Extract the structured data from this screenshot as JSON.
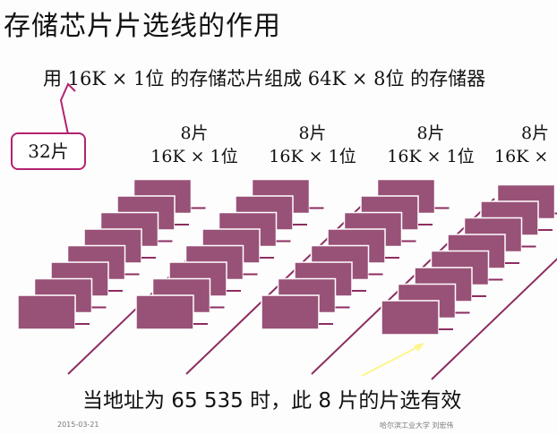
{
  "slide": {
    "title": "存储芯片片选线的作用",
    "subtitle": "用 16K × 1位 的存储芯片组成 64K × 8位 的存储器",
    "callout": "32片",
    "groups": [
      {
        "count": "8片",
        "spec": "16K × 1位"
      },
      {
        "count": "8片",
        "spec": "16K × 1位"
      },
      {
        "count": "8片",
        "spec": "16K × 1位"
      },
      {
        "count": "8片",
        "spec": "16K ×"
      }
    ],
    "bottom_note": "当地址为 65 535 时，此 8 片的片选有效",
    "date": "2015-03-21",
    "footer": "哈尔滨工业大学  刘宏伟"
  },
  "colors": {
    "chip_fill": "#985177",
    "chip_border": "#ffffff",
    "line": "#8d2d61",
    "callout_border": "#b2236f",
    "arrow": "#fff58a"
  }
}
